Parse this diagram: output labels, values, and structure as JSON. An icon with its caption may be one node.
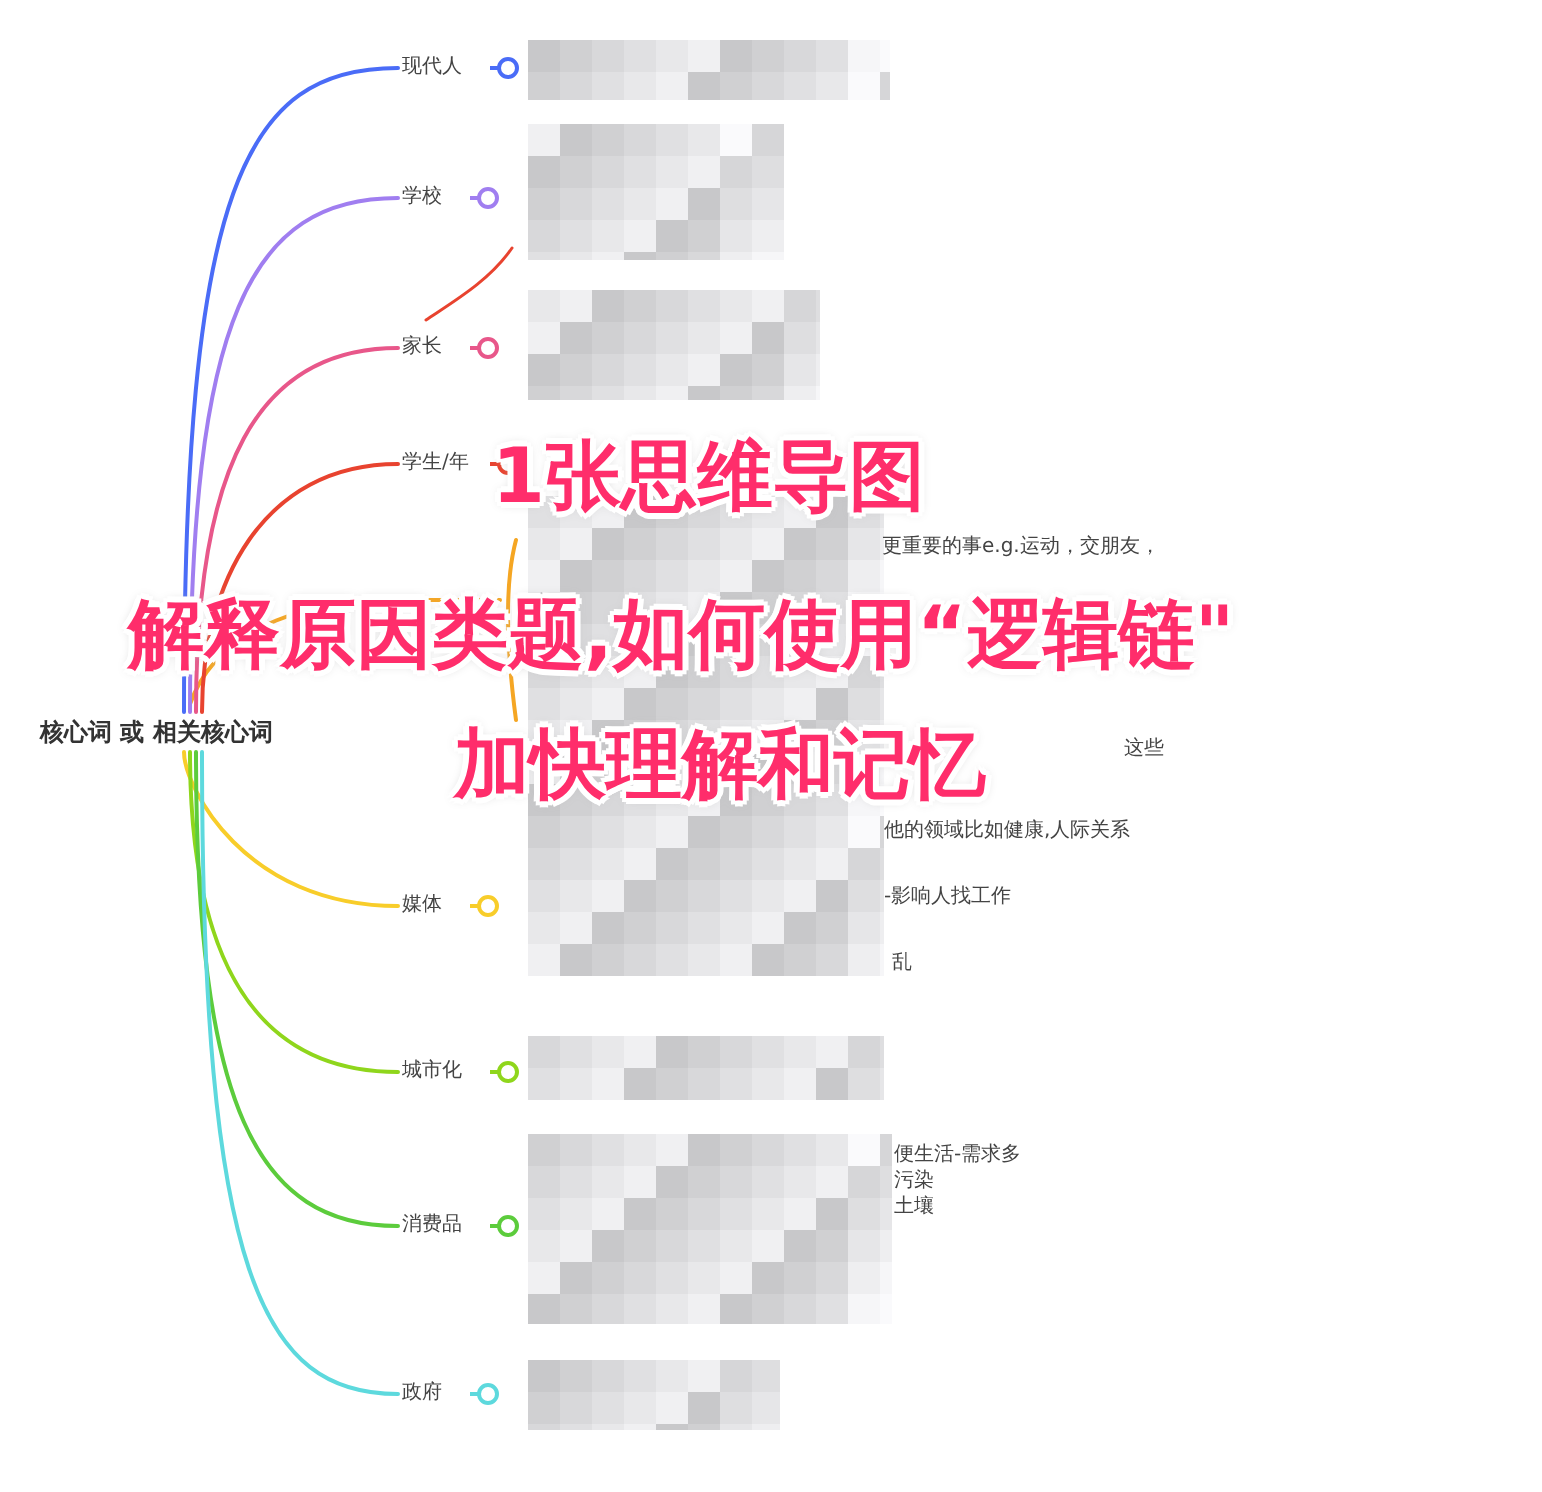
{
  "diagram": {
    "nodes": [
      {
        "text": [
          "核心词 或 相关核心词"
        ]
      },
      {
        "text": [
          "现代人"
        ]
      },
      {
        "text": [
          "学校"
        ]
      },
      {
        "text": [
          "家长"
        ]
      },
      {
        "text": [
          "学生/年"
        ]
      },
      {
        "text": [
          "媒体"
        ]
      },
      {
        "text": [
          "城市化"
        ]
      },
      {
        "text": [
          "消费品"
        ]
      },
      {
        "text": [
          "政府"
        ]
      }
    ],
    "edges": [
      {
        "from": 0,
        "to": 1,
        "arrow": "none",
        "color": "#4a6cf7"
      },
      {
        "from": 0,
        "to": 2,
        "arrow": "none",
        "color": "#a07ef0"
      },
      {
        "from": 0,
        "to": 3,
        "arrow": "none",
        "color": "#e8578a"
      },
      {
        "from": 0,
        "to": 4,
        "arrow": "none",
        "color": "#e8432f"
      },
      {
        "from": 0,
        "to": 5,
        "arrow": "none",
        "color": "#f8cd2a"
      },
      {
        "from": 0,
        "to": 6,
        "arrow": "none",
        "color": "#8fd61c"
      },
      {
        "from": 0,
        "to": 7,
        "arrow": "none",
        "color": "#5ccc3c"
      },
      {
        "from": 0,
        "to": 8,
        "arrow": "none",
        "color": "#5dd9dd"
      }
    ],
    "labels": [
      "更重要的事e.g.运动，交朋友，",
      "这些",
      "他的领域比如健康,人际关系",
      "-影响人找工作",
      "乱",
      "便生活-需求多",
      "污染",
      "土壤",
      "1张思维导图",
      "解释原因类题,如何使用“逻辑链\"",
      "加快理解和记忆"
    ]
  }
}
